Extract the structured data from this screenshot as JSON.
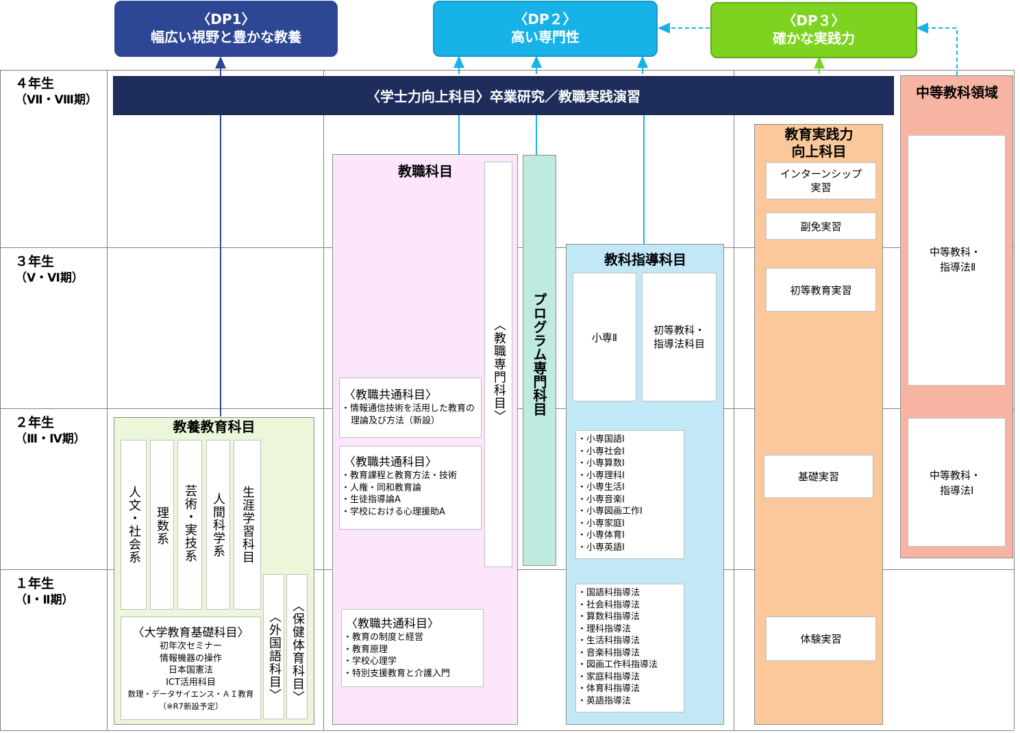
{
  "dp": [
    {
      "code": "〈DP1〉",
      "name": "幅広い視野と豊かな教養",
      "color": "#2e4795"
    },
    {
      "code": "〈DP２〉",
      "name": "高い専門性",
      "color": "#17b2e8"
    },
    {
      "code": "〈DP３〉",
      "name": "確かな実践力",
      "color": "#7ed321"
    }
  ],
  "years": [
    {
      "year": "４年生",
      "period": "（Ⅶ・Ⅷ期）"
    },
    {
      "year": "３年生",
      "period": "（Ⅴ・Ⅵ期）"
    },
    {
      "year": "２年生",
      "period": "（Ⅲ・Ⅳ期）"
    },
    {
      "year": "１年生",
      "period": "（Ⅰ・Ⅱ期）"
    }
  ],
  "banner": "〈学士力向上科目〉卒業研究／教職実践演習",
  "kyoyo": {
    "title": "教養教育科目",
    "columns": [
      "人文・社会系",
      "理数系",
      "芸術・実技系",
      "人間科学系",
      "生涯学習科目"
    ],
    "foreign": "〈外国語科目〉",
    "health": "〈保健体育科目〉",
    "base_title": "〈大学教育基礎科目〉",
    "base_items": [
      "初年次セミナー",
      "情報機器の操作",
      "日本国憲法",
      "ICT活用科目",
      "数理・データサイエンス・ＡＩ教育",
      "（※R7新設予定）"
    ]
  },
  "kyoshoku": {
    "title": "教職科目",
    "senmon": "〈教職専門科目〉",
    "common1_title": "〈教職共通科目〉",
    "common1_items": [
      "情報通信技術を活用した教育の理論及び方法（新設）"
    ],
    "common2_title": "〈教職共通科目〉",
    "common2_items": [
      "教育課程と教育方法・技術",
      "人権・同和教育論",
      "生徒指導論A",
      "学校における心理援助A"
    ],
    "common3_title": "〈教職共通科目〉",
    "common3_items": [
      "教育の制度と経営",
      "教育原理",
      "学校心理学",
      "特別支援教育と介護入門"
    ]
  },
  "program": "プログラム専門科目",
  "kyoka": {
    "title": "教科指導科目",
    "shosen2": "小専Ⅱ",
    "shoto": "初等教科・指導法科目",
    "shosen1_items": [
      "小専国語Ⅰ",
      "小専社会Ⅰ",
      "小専算数Ⅰ",
      "小専理科Ⅰ",
      "小専生活Ⅰ",
      "小専音楽Ⅰ",
      "小専図画工作Ⅰ",
      "小専家庭Ⅰ",
      "小専体育Ⅰ",
      "小専英語Ⅰ"
    ],
    "shidoho_items": [
      "国語科指導法",
      "社会科指導法",
      "算数科指導法",
      "理科指導法",
      "生活科指導法",
      "音楽科指導法",
      "図画工作科指導法",
      "家庭科指導法",
      "体育科指導法",
      "英語指導法"
    ]
  },
  "jissen": {
    "title1": "教育実践力",
    "title2": "向上科目",
    "items": [
      "インターンシップ実習",
      "副免実習",
      "初等教育実習",
      "基礎実習",
      "体験実習"
    ]
  },
  "chuto": {
    "title": "中等教科領域",
    "item2_a": "中等教科・",
    "item2_b": "指導法Ⅱ",
    "item1_a": "中等教科・",
    "item1_b": "指導法Ⅰ"
  }
}
